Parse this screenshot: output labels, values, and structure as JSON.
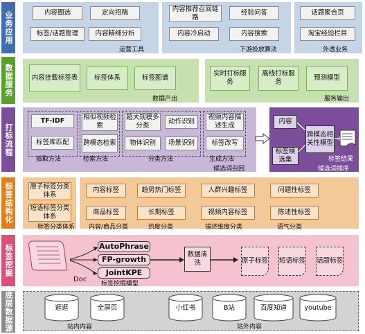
{
  "rows": {
    "business": {
      "label": "业务应用",
      "color": "#3f6fb0"
    },
    "data_service": {
      "label": "数据服务",
      "color": "#5aa02c"
    },
    "tagging": {
      "label": "打标流程",
      "color": "#7b4d9a"
    },
    "tag_structure": {
      "label": "标签结构化",
      "color": "#e08018"
    },
    "tag_mining": {
      "label": "标签挖掘",
      "color": "#d9517a"
    },
    "base_data": {
      "label": "底层数据源",
      "color": "#8c8c8c"
    }
  },
  "business": {
    "ops": {
      "caption": "运营工具",
      "items": [
        "内容圈选",
        "定向招稿",
        "标签/话题管理",
        "内容精细分析"
      ]
    },
    "downstream": {
      "caption": "下游投放算法",
      "items": [
        "内容推荐召回链路",
        "经验问答",
        "内容冷启动",
        "内容搜索"
      ]
    },
    "external": {
      "caption": "外透业务",
      "items": [
        "话题聚合页",
        "淘宝经验栏目"
      ]
    }
  },
  "data_service": {
    "output": {
      "caption": "数据产出",
      "items": [
        "内容挂载标签表",
        "标签体系",
        "标签图谱"
      ]
    },
    "serve": {
      "caption": "服务输出",
      "items": [
        "实时打标服务",
        "离线打标服务",
        "预测模型"
      ]
    }
  },
  "tagging": {
    "caption": "候选词召回",
    "extract": {
      "caption": "抽取方法",
      "items": [
        "TF-IDF",
        "标签库匹配"
      ]
    },
    "retrieval": {
      "caption": "检索方法",
      "items": [
        "相似视频检索",
        "跨模态检索"
      ]
    },
    "classify": {
      "caption": "分类方法",
      "items": [
        "超大规模多分类",
        "动作识别",
        "物体识别",
        "场景识别"
      ]
    },
    "generate": {
      "caption": "生成方法",
      "items": [
        "视频内容描述生成",
        "标签改写"
      ]
    },
    "rank": {
      "caption": "候选词排序",
      "items": [
        "内容",
        "标签候选集",
        "跨模态相关性模型",
        "标签结果"
      ]
    }
  },
  "tag_structure": {
    "system": {
      "caption": "标签分类体系",
      "items": [
        "原子标签分类体系",
        "短语标签分类体系"
      ]
    },
    "groups": [
      {
        "caption": "内容/商品分类",
        "items": [
          "内容标签",
          "商品标签"
        ]
      },
      {
        "caption": "热度分类",
        "items": [
          "趋势热门标签",
          "长期标签"
        ]
      },
      {
        "caption": "描述维度分类",
        "items": [
          "人群兴趣标签",
          "视频内容标签"
        ]
      },
      {
        "caption": "语气分类",
        "items": [
          "问题性标签",
          "陈述性标签"
        ]
      }
    ]
  },
  "tag_mining": {
    "doc": "Doc",
    "model_caption": "标签挖掘模型",
    "models": [
      "AutoPhrase",
      "FP-growth",
      "JointKPE"
    ],
    "clean": "数据清洗",
    "outputs": [
      "原子标签",
      "短语标签",
      "话题标签"
    ]
  },
  "base_data": {
    "internal": {
      "caption": "站内内容",
      "items": [
        "逛逛",
        "全屏页"
      ]
    },
    "external": {
      "caption": "站外内容",
      "items": [
        "小红书",
        "B站",
        "百度知道",
        "youtube"
      ]
    }
  }
}
